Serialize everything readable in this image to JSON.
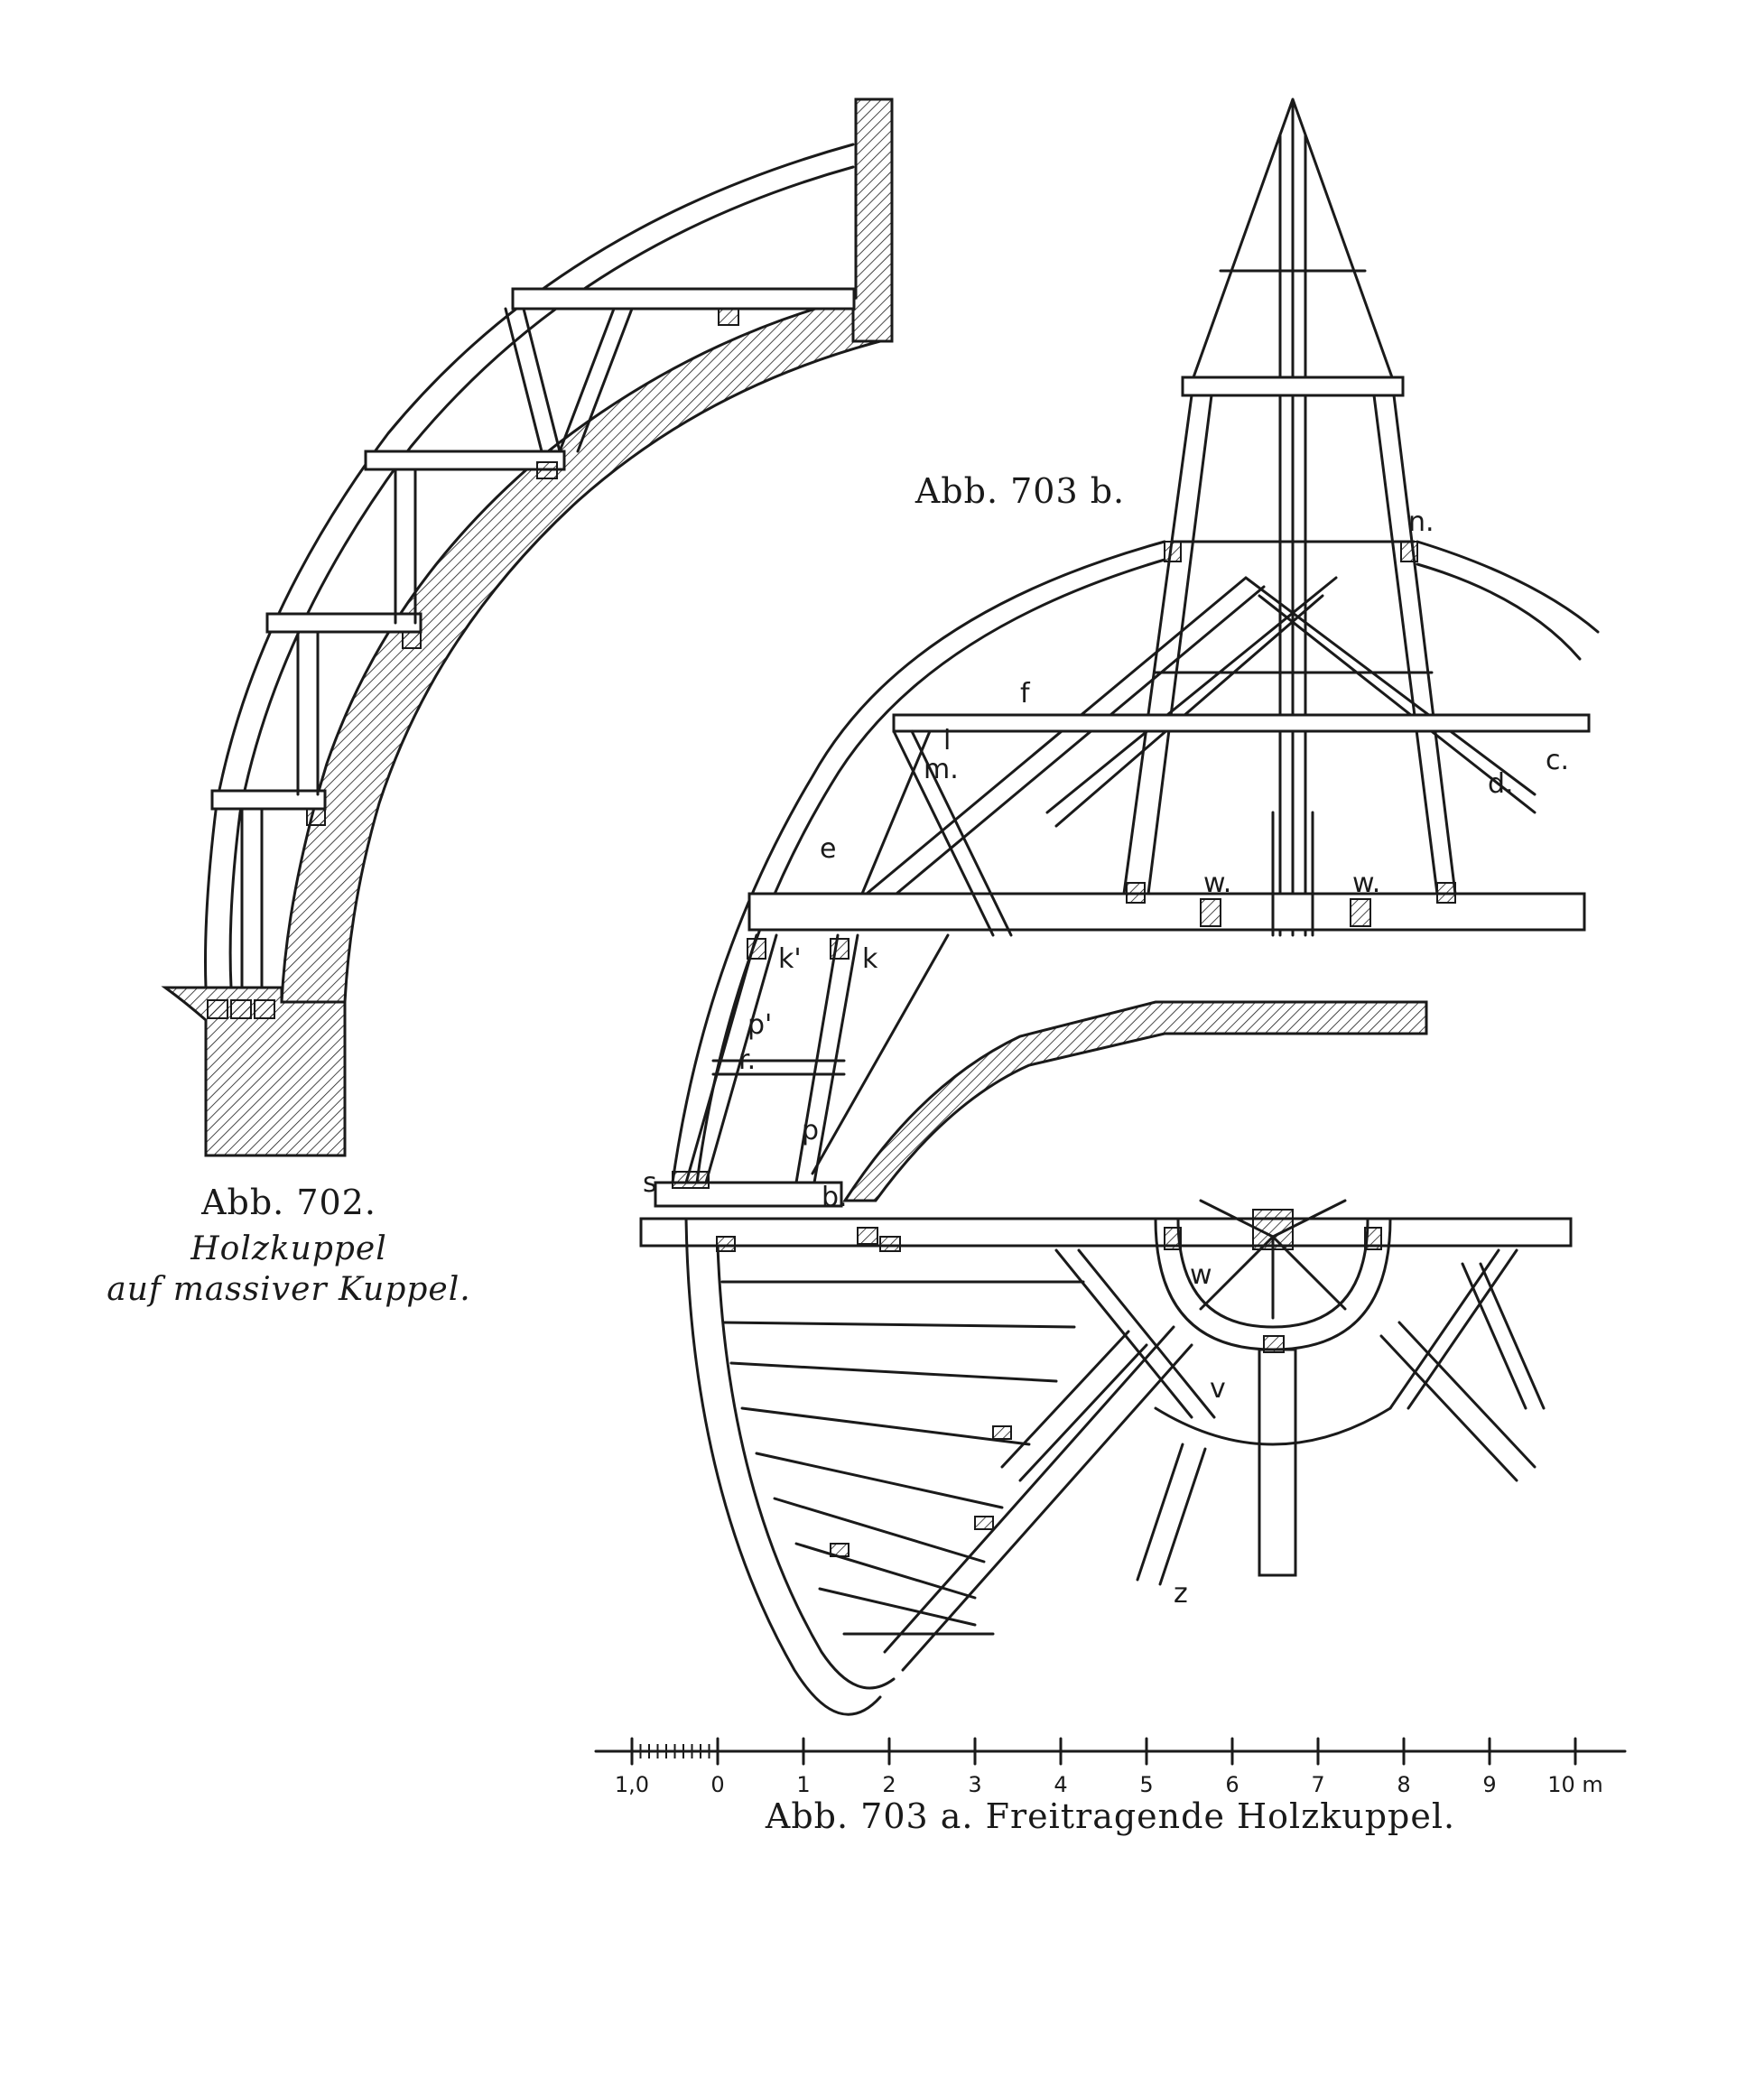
{
  "figures": {
    "fig702": {
      "number": "Abb. 702.",
      "title": "Holzkuppel",
      "subtitle": "auf massiver Kuppel."
    },
    "fig703b": {
      "number": "Abb. 703 b."
    },
    "fig703a": {
      "caption": "Abb. 703 a. Freitragende Holzkuppel."
    }
  },
  "labels": {
    "n": "n.",
    "f": "f",
    "l": "l",
    "m": "m.",
    "c": "c.",
    "d": "d.",
    "e": "e",
    "w1": "w.",
    "w2": "w.",
    "k1": "k'",
    "k2": "k",
    "p1": "p'",
    "r": "r.",
    "p2": "p",
    "s": "s",
    "b": "b.",
    "w_plan": "w",
    "v": "v",
    "z": "z"
  },
  "scale": {
    "ticks": [
      "1,0",
      "0",
      "1",
      "2",
      "3",
      "4",
      "5",
      "6",
      "7",
      "8",
      "9",
      "10 m"
    ],
    "tick_values": [
      -1,
      0,
      1,
      2,
      3,
      4,
      5,
      6,
      7,
      8,
      9,
      10
    ]
  }
}
